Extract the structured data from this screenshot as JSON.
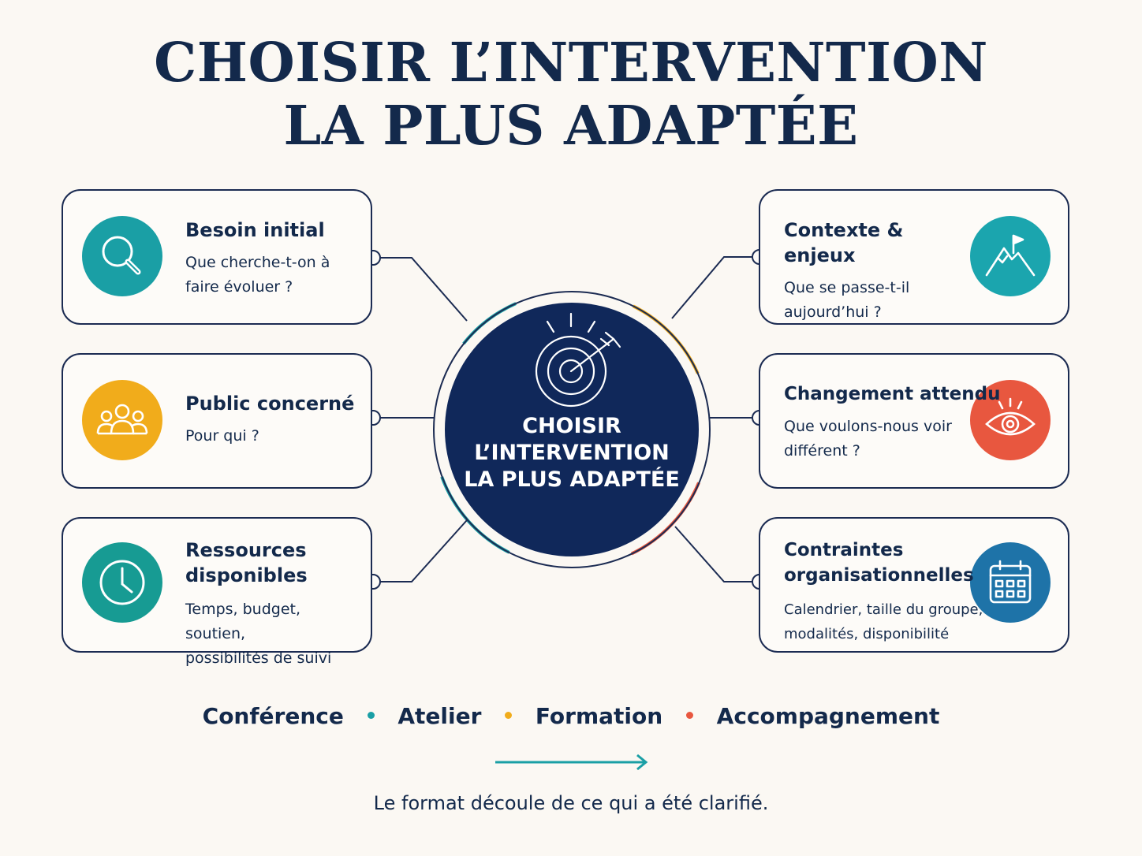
{
  "title": {
    "line1": "CHOISIR L’INTERVENTION",
    "line2": "LA PLUS ADAPTÉE"
  },
  "center": {
    "line1": "CHOISIR",
    "line2": "L’INTERVENTION",
    "line3": "LA PLUS ADAPTÉE",
    "icon": "target-arrow-icon"
  },
  "cards": {
    "besoin": {
      "title": "Besoin initial",
      "line1": "Que cherche-t-on à",
      "line2": "faire évoluer ?",
      "icon": "magnifier-icon",
      "color": "#1a9fa5"
    },
    "public": {
      "title": "Public concerné",
      "line1": "Pour qui ?",
      "icon": "people-icon",
      "color": "#f1ac1b"
    },
    "ressources": {
      "title1": "Ressources",
      "title2": "disponibles",
      "line1": "Temps, budget, soutien,",
      "line2": "possibilités de suivi",
      "icon": "clock-icon",
      "color": "#179b93"
    },
    "contexte": {
      "title": "Contexte & enjeux",
      "line1": "Que se passe-t-il",
      "line2": "aujourd’hui ?",
      "icon": "mountain-flag-icon",
      "color": "#1ba5ae"
    },
    "changement": {
      "title": "Changement attendu",
      "line1": "Que voulons-nous voir",
      "line2": "différent ?",
      "icon": "eye-icon",
      "color": "#e8573f"
    },
    "contraintes": {
      "title1": "Contraintes",
      "title2": "organisationnelles",
      "line1": "Calendrier, taille du groupe,",
      "line2": "modalités, disponibilité",
      "icon": "calendar-icon",
      "color": "#1e73a8"
    }
  },
  "formats": {
    "items": [
      "Conférence",
      "Atelier",
      "Formation",
      "Accompagnement"
    ],
    "dot_colors": [
      "#1a9fa5",
      "#f1ac1b",
      "#e8573f"
    ]
  },
  "caption": "Le format découle de ce qui a été clarifié.",
  "colors": {
    "navy": "#13294b",
    "center_fill": "#10285a",
    "teal": "#1a9fa5",
    "yellow": "#f1ac1b",
    "red": "#e8573f",
    "blue": "#1e73a8",
    "background": "#fbf8f3"
  }
}
